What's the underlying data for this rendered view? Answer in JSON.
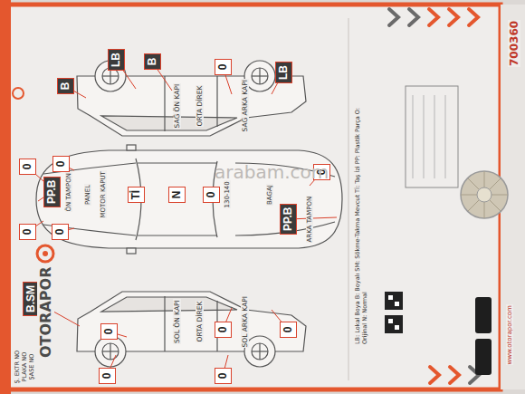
{
  "diagram": {
    "nodes": [
      {
        "text": [
          "B.SM"
        ]
      },
      {
        "text": [
          "0"
        ]
      },
      {
        "text": [
          "0"
        ]
      },
      {
        "text": [
          "PP.B"
        ]
      },
      {
        "text": [
          "0"
        ]
      },
      {
        "text": [
          "0"
        ]
      },
      {
        "text": [
          "B"
        ]
      },
      {
        "text": [
          "0"
        ]
      },
      {
        "text": [
          "LB"
        ]
      },
      {
        "text": [
          "B"
        ]
      },
      {
        "text": [
          "Tİ"
        ]
      },
      {
        "text": [
          "N"
        ]
      },
      {
        "text": [
          "0"
        ]
      },
      {
        "text": [
          "0"
        ]
      },
      {
        "text": [
          "0"
        ]
      },
      {
        "text": [
          "LB"
        ]
      },
      {
        "text": [
          "0"
        ]
      },
      {
        "text": [
          "PP.B"
        ]
      },
      {
        "text": [
          "0"
        ]
      },
      {
        "text": [
          "0"
        ]
      },
      {
        "text": [
          "0"
        ]
      }
    ],
    "labels": [
      "OTORAPOR",
      "Ş. EKTR NO",
      "PLAKA NO",
      "ŞASE NO",
      "ÖN TAMPON",
      "PANEL",
      "MOTOR KAPUT",
      "130-140",
      "BAGAJ",
      "ARKA TAMPON",
      "SAĞ ÖN KAPI",
      "ORTA DİREK",
      "SAĞ ARKA KAPI",
      "SOL ÖN KAPI",
      "ORTA DİREK",
      "SOL ARKA KAPI",
      "LB: Lokal Boya B: Boyalı SM: Sökme-Takma Mevcut Tİ: Taş İzi PP: Plastik Parça O: Orijinal N: Normal",
      "www.otorapor.com",
      "700360",
      "arabam.com"
    ]
  }
}
